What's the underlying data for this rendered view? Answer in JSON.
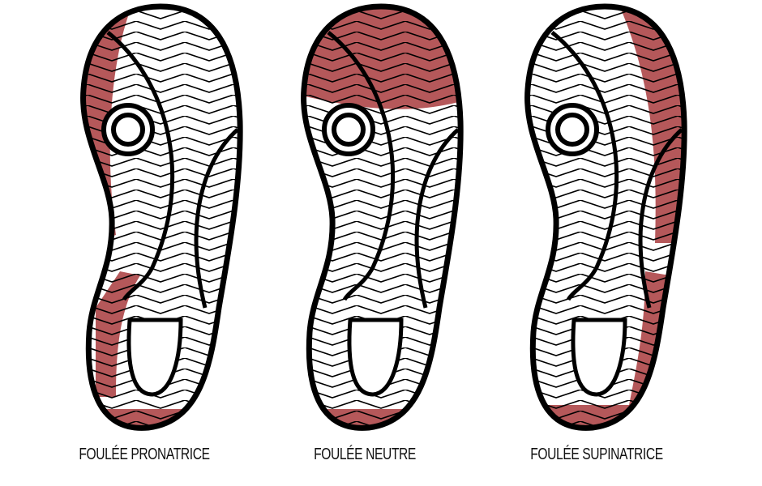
{
  "colors": {
    "pressure": "#b5585a",
    "outline": "#000000",
    "background": "#ffffff"
  },
  "soles": [
    {
      "id": "pronatrice",
      "label": "FOULÉE PRONATRICE",
      "pressure_zones": [
        "medial-forefoot-edge",
        "medial-arch",
        "heel-back"
      ]
    },
    {
      "id": "neutre",
      "label": "FOULÉE NEUTRE",
      "pressure_zones": [
        "forefoot-top",
        "heel-back"
      ]
    },
    {
      "id": "supinatrice",
      "label": "FOULÉE SUPINATRICE",
      "pressure_zones": [
        "lateral-edge",
        "lateral-heel",
        "heel-back"
      ]
    }
  ]
}
